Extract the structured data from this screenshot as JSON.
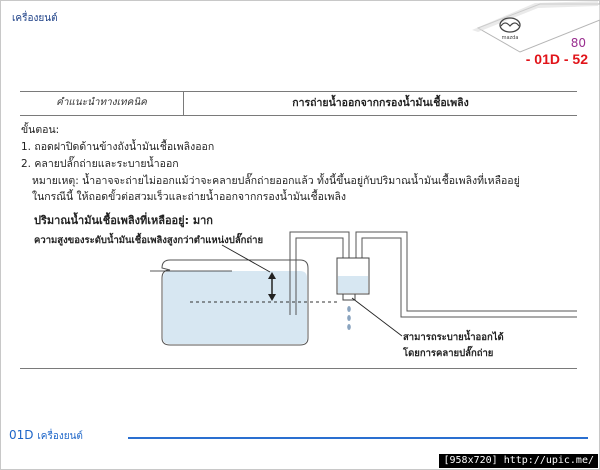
{
  "header": {
    "title": "เครื่องยนต์",
    "page_number": "80",
    "page_code": "- 01D - 52",
    "logo_text": "mazda"
  },
  "table_header": {
    "left": "คำแนะนำทางเทคนิค",
    "right": "การถ่ายน้ำออกจากกรองน้ำมันเชื้อเพลิง"
  },
  "procedure": {
    "heading": "ขั้นตอน:",
    "step1": "1. ถอดฝาปิดด้านข้างถังน้ำมันเชื้อเพลิงออก",
    "step2": "2. คลายปลั๊กถ่ายและระบายน้ำออก",
    "note_line1": "หมายเหตุ: น้ำอาจจะถ่ายไม่ออกแม้ว่าจะคลายปลั๊กถ่ายออกแล้ว ทั้งนี้ขึ้นอยู่กับปริมาณน้ำมันเชื้อเพลิงที่เหลืออยู่",
    "note_line2": "ในกรณีนี้ ให้ถอดขั้วต่อสวมเร็วและถ่ายน้ำออกจากกรองน้ำมันเชื้อเพลิง"
  },
  "diagram": {
    "title": "ปริมาณน้ำมันเชื้อเพลิงที่เหลืออยู่: มาก",
    "level_label": "ความสูงของระดับน้ำมันเชื้อเพลิงสูงกว่าตำแหน่งปลั๊กถ่าย",
    "drain_label_line1": "สามารถระบายน้ำออกได้",
    "drain_label_line2": "โดยการคลายปลั๊กถ่าย",
    "fuel_color": "#d7e7f2"
  },
  "footer": {
    "section_code": "01D",
    "section_name": "เครื่องยนต์"
  },
  "watermark": "[958x720] http://upic.me/"
}
